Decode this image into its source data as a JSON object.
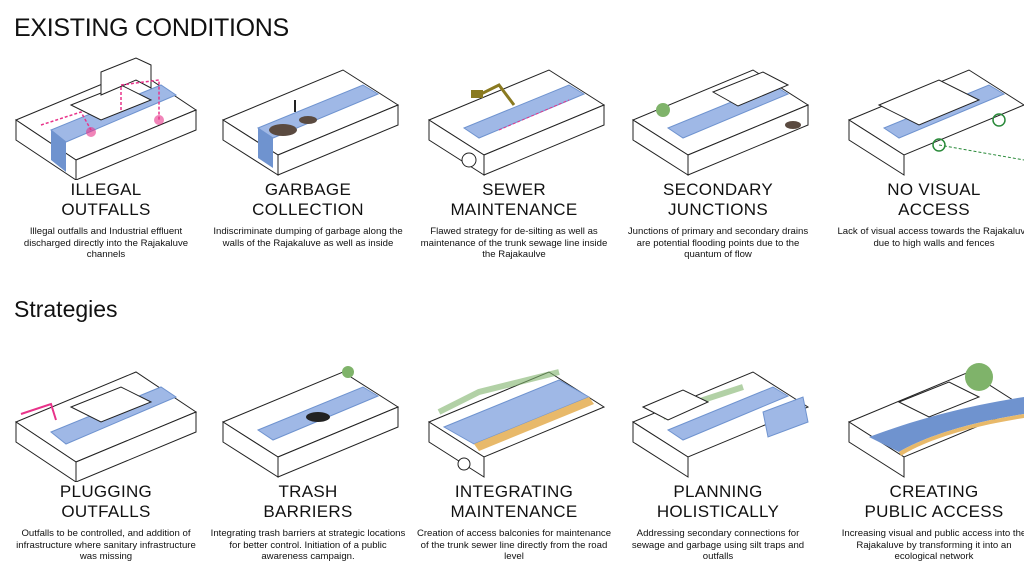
{
  "section_existing": "EXISTING CONDITIONS",
  "section_strategies": "Strategies",
  "existing": [
    {
      "title1": "ILLEGAL",
      "title2": "OUTFALLS",
      "desc": "Illegal outfalls and Industrial effluent discharged directly into the Rajakaluve channels"
    },
    {
      "title1": "GARBAGE",
      "title2": "COLLECTION",
      "desc": "Indiscriminate dumping of garbage along the walls of the Rajakaluve as well as inside"
    },
    {
      "title1": "SEWER",
      "title2": "MAINTENANCE",
      "desc": "Flawed strategy for de-silting as well as maintenance of the trunk sewage line inside the Rajakaulve"
    },
    {
      "title1": "SECONDARY",
      "title2": "JUNCTIONS",
      "desc": "Junctions of primary and secondary drains are potential flooding points due to the quantum of flow"
    },
    {
      "title1": "NO VISUAL",
      "title2": "ACCESS",
      "desc": "Lack of visual access towards the Rajakaluve due to high walls and fences"
    }
  ],
  "strategies": [
    {
      "title1": "PLUGGING",
      "title2": "OUTFALLS",
      "desc": "Outfalls to be controlled, and addition of infrastructure where sanitary infrastructure was missing"
    },
    {
      "title1": "TRASH",
      "title2": "BARRIERS",
      "desc": "Integrating trash barriers at strategic locations for better control. Initiation of a public awareness campaign."
    },
    {
      "title1": "INTEGRATING",
      "title2": "MAINTENANCE",
      "desc": "Creation of access balconies for maintenance of the trunk sewer line directly from the road level"
    },
    {
      "title1": "PLANNING",
      "title2": "HOLISTICALLY",
      "desc": "Addressing secondary connections for sewage and garbage using silt traps and outfalls"
    },
    {
      "title1": "CREATING",
      "title2": "PUBLIC ACCESS",
      "desc": "Increasing visual and public access into the Rajakaluve by transforming it into an ecological network"
    }
  ],
  "colors": {
    "water": "#9fb8e6",
    "water_dark": "#6f93cf",
    "outfall": "#e8338a",
    "tree": "#7fb36a",
    "garbage": "#5a4a40"
  }
}
